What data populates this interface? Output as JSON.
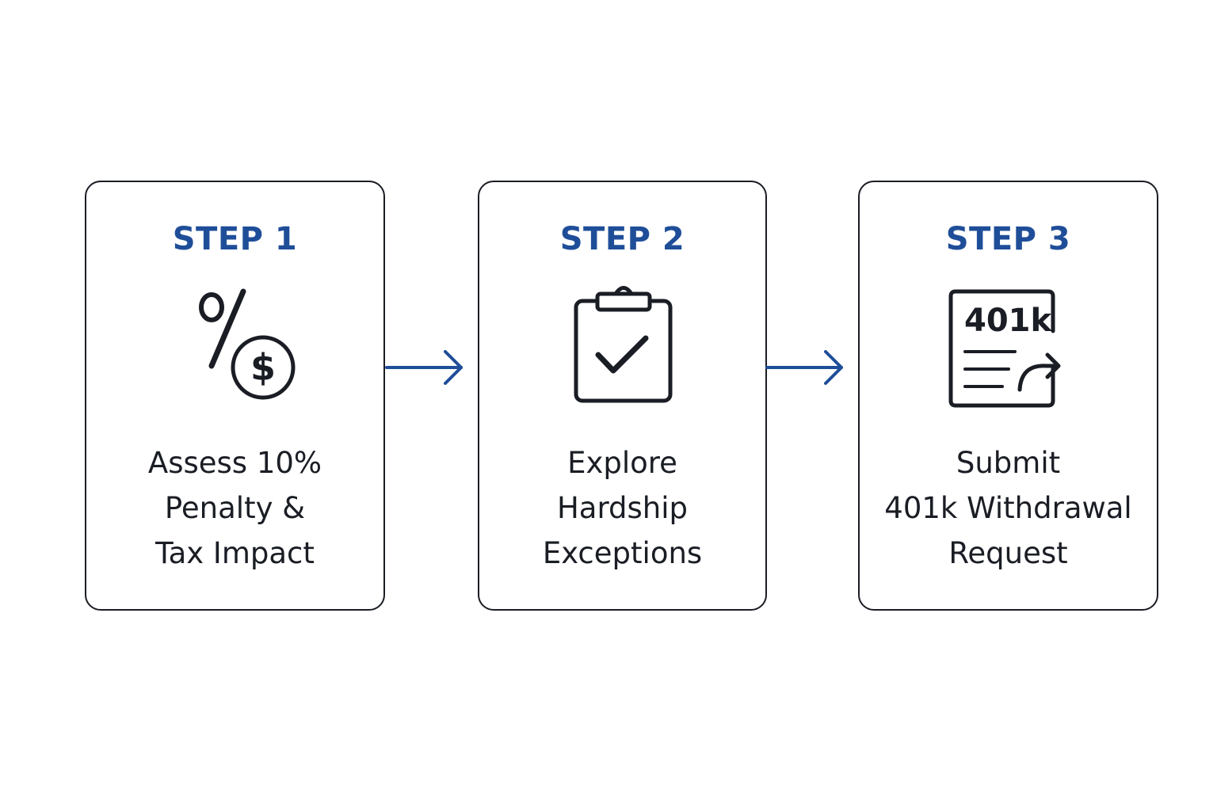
{
  "steps": [
    {
      "label": "STEP 1",
      "icon": "percent-dollar-icon",
      "lines": [
        "Assess 10%",
        "Penalty &",
        "Tax Impact"
      ]
    },
    {
      "label": "STEP 2",
      "icon": "clipboard-check-icon",
      "lines": [
        "Explore",
        "Hardship",
        "Exceptions"
      ]
    },
    {
      "label": "STEP 3",
      "icon": "document-401k-send-icon",
      "icon_text": "401k",
      "lines": [
        "Submit",
        "401k Withdrawal",
        "Request"
      ]
    }
  ],
  "colors": {
    "accent": "#1f4e99",
    "text": "#1a1d24",
    "border": "#1a1d24",
    "background": "#ffffff"
  }
}
